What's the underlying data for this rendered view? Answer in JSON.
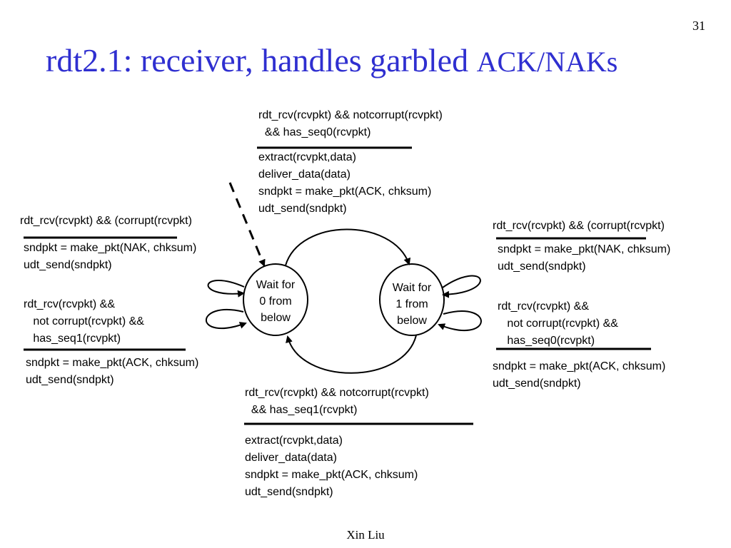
{
  "slide": {
    "page_number": "31",
    "title_main": "rdt2.1: receiver, handles garbled ",
    "title_tail": "ACK/NAKs",
    "footer": "Xin Liu"
  },
  "states": {
    "wait0": "Wait for\n0 from\nbelow",
    "wait1": "Wait for\n1 from\nbelow"
  },
  "transitions": {
    "top_event": "rdt_rcv(rcvpkt) && notcorrupt(rcvpkt)\n  && has_seq0(rcvpkt)",
    "top_action": "extract(rcvpkt,data)\ndeliver_data(data)\nsndpkt = make_pkt(ACK, chksum)\nudt_send(sndpkt)",
    "left1_event": "rdt_rcv(rcvpkt) && (corrupt(rcvpkt)",
    "left1_action": "sndpkt = make_pkt(NAK, chksum)\nudt_send(sndpkt)",
    "left2_event": "rdt_rcv(rcvpkt) &&\n   not corrupt(rcvpkt) &&\n   has_seq1(rcvpkt)",
    "left2_action": "sndpkt = make_pkt(ACK, chksum)\nudt_send(sndpkt)",
    "right1_event": "rdt_rcv(rcvpkt) && (corrupt(rcvpkt)",
    "right1_action": "sndpkt = make_pkt(NAK, chksum)\nudt_send(sndpkt)",
    "right2_event": "rdt_rcv(rcvpkt) &&\n   not corrupt(rcvpkt) &&\n   has_seq0(rcvpkt)",
    "right2_action": "sndpkt = make_pkt(ACK, chksum)\nudt_send(sndpkt)",
    "bottom_event": "rdt_rcv(rcvpkt) && notcorrupt(rcvpkt)\n  && has_seq1(rcvpkt)",
    "bottom_action": "extract(rcvpkt,data)\ndeliver_data(data)\nsndpkt = make_pkt(ACK, chksum)\nudt_send(sndpkt)"
  },
  "colors": {
    "title": "#2f2fd0",
    "lines": "#000000"
  }
}
